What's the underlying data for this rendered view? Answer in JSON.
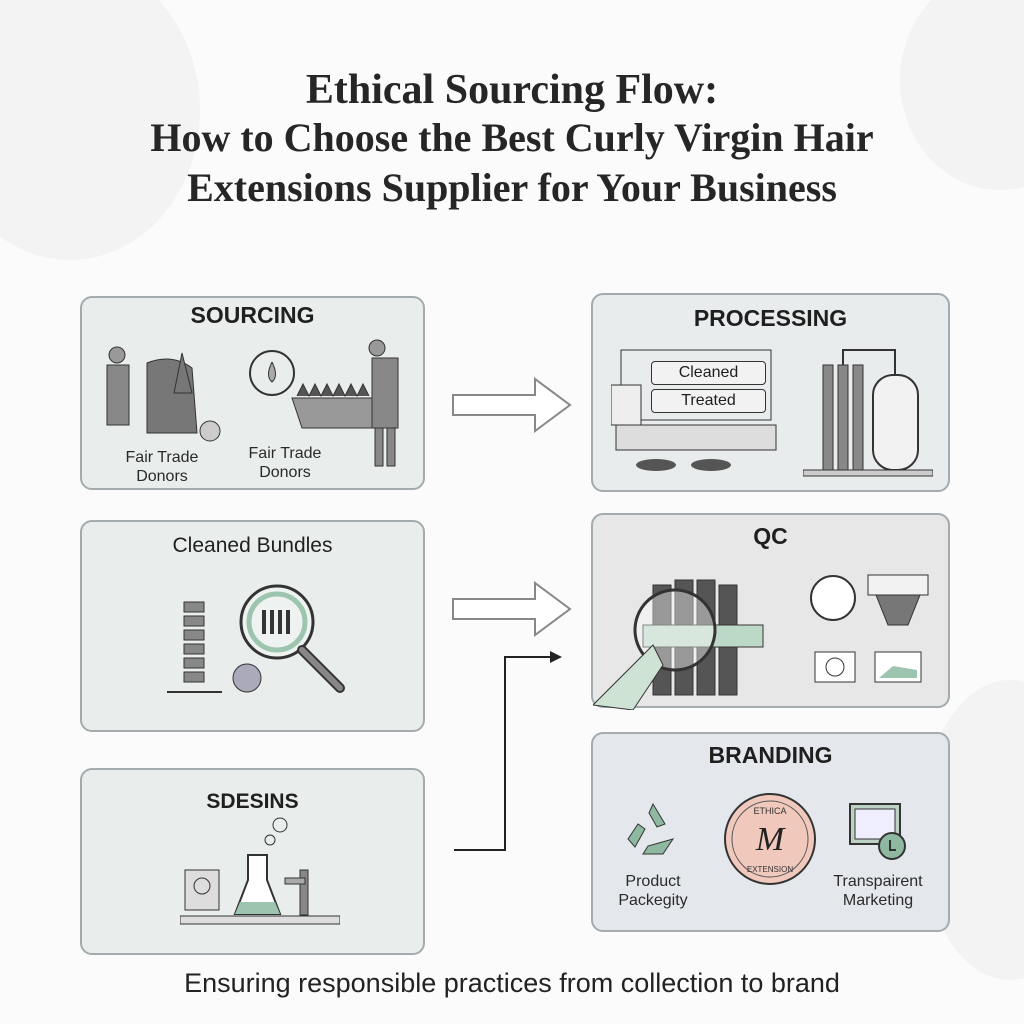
{
  "title": {
    "line1": "Ethical Sourcing Flow:",
    "line2": "How to Choose the Best Curly Virgin Hair",
    "line3": "Extensions Supplier for Your Business"
  },
  "steps": {
    "sourcing": {
      "title": "SOURCING",
      "label1": "Fair Trade Donors",
      "label2": "Fair Trade Donors"
    },
    "cleaned": {
      "title": "Cleaned Bundles"
    },
    "sdesins": {
      "title": "SDESINS"
    },
    "processing": {
      "title": "PROCESSING",
      "tag1": "Cleaned",
      "tag2": "Treated"
    },
    "qc": {
      "title": "QC"
    },
    "branding": {
      "title": "BRANDING",
      "label1": "Product Packegity",
      "label2": "Transpairent Marketing",
      "seal_text": "ETHICA EXTENSION"
    }
  },
  "footer": "Ensuring responsible practices from collection to brand",
  "colors": {
    "border": "#a3abae",
    "box": "#e9eeec",
    "accent": "#9cc4ae",
    "seal": "#f0c8bc"
  }
}
